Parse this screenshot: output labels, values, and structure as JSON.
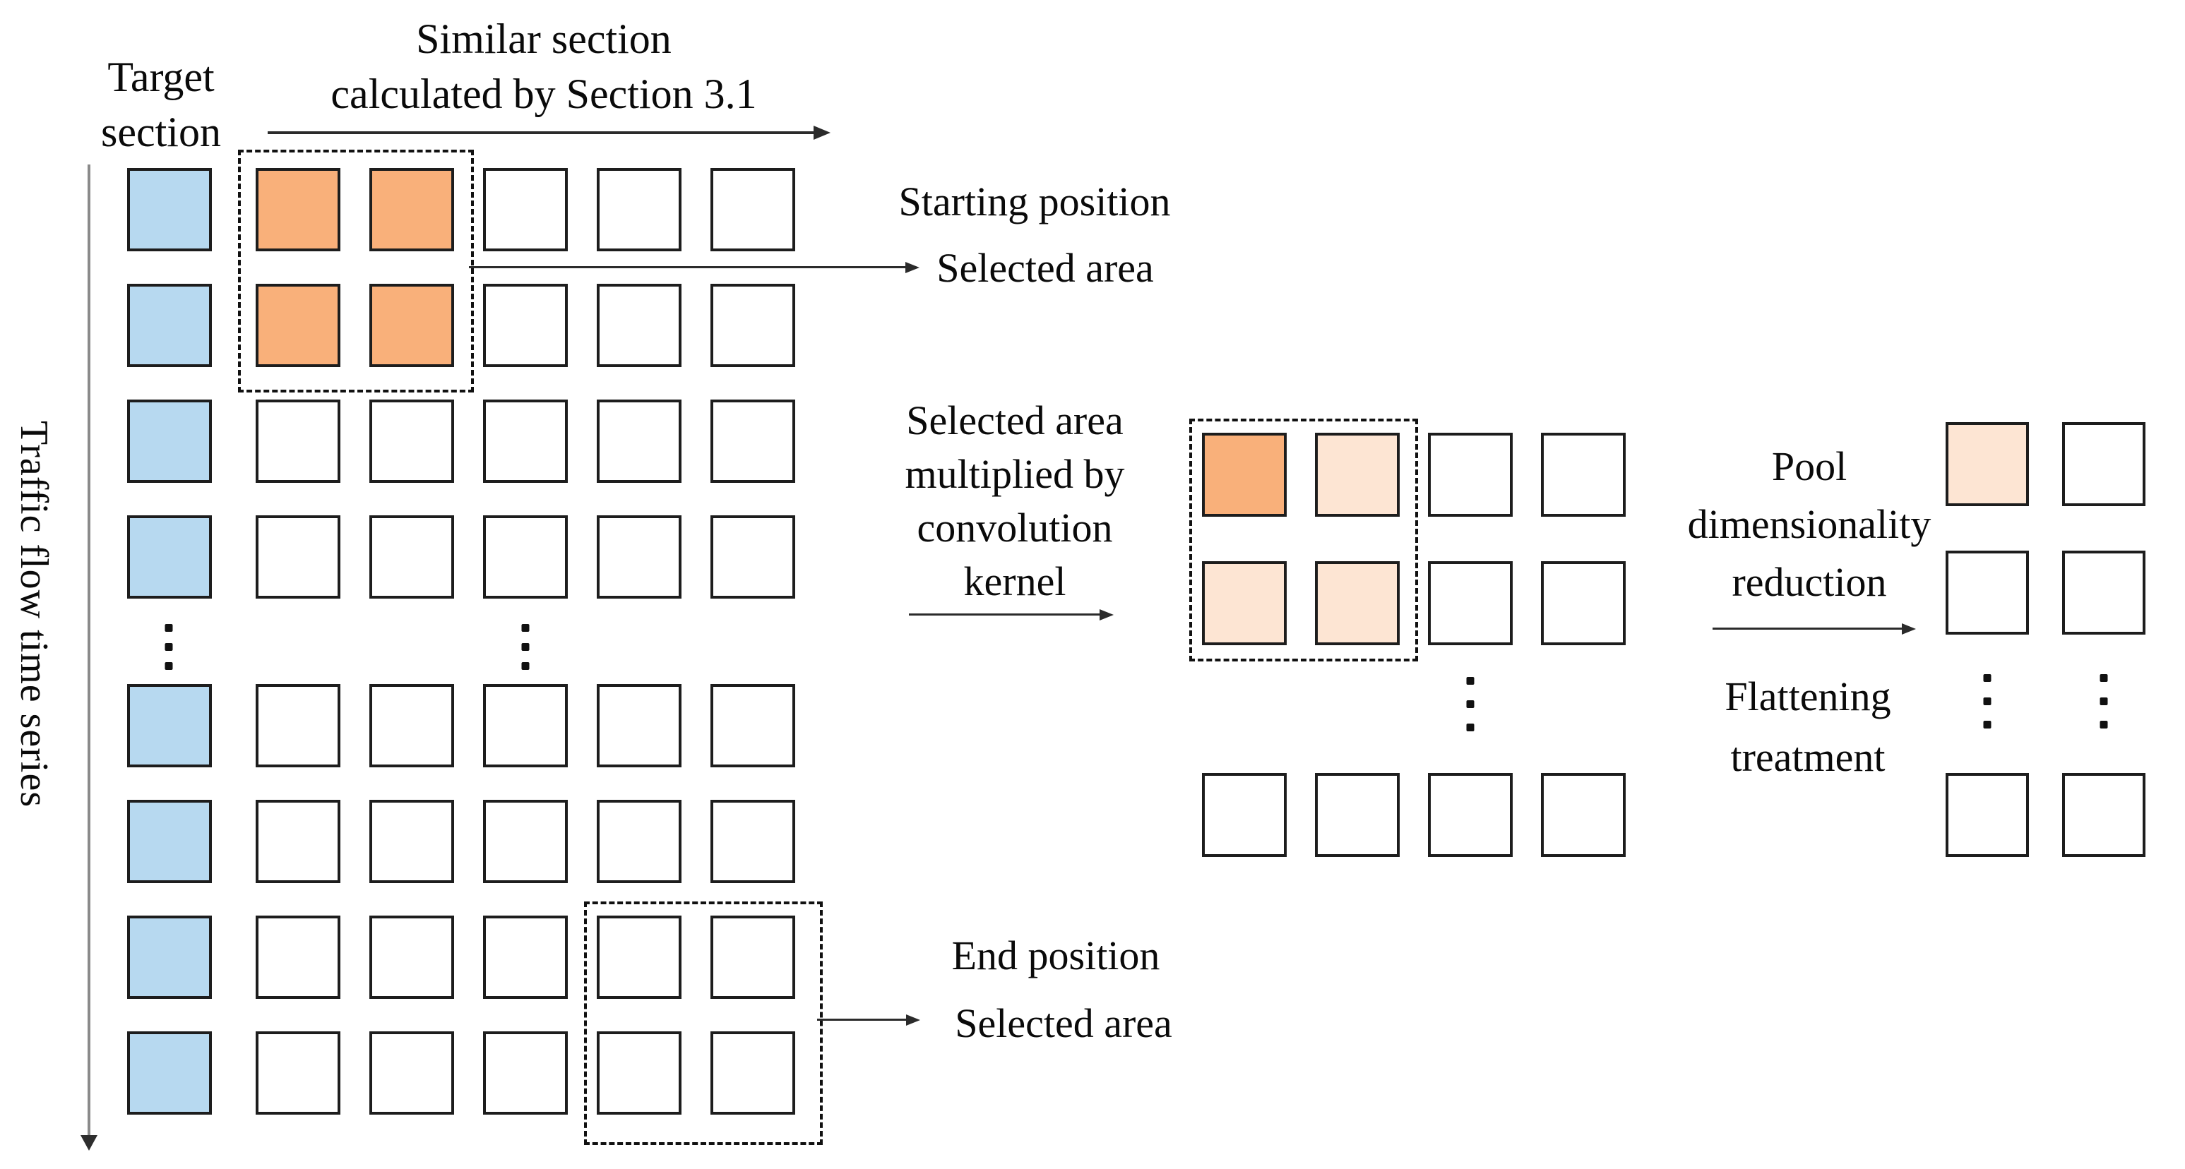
{
  "header": {
    "target_line1": "Target",
    "target_line2": "section",
    "similar_line1": "Similar section",
    "similar_line2": "calculated by Section 3.1"
  },
  "axis": {
    "label": "Traffic flow time series"
  },
  "ann": {
    "start_line1": "Starting position",
    "start_line2": "Selected area",
    "end_line1": "End position",
    "end_line2": "Selected area",
    "conv_line1": "Selected area",
    "conv_line2": "multiplied by",
    "conv_line3": "convolution",
    "conv_line4": "kernel",
    "pool_line1": "Pool",
    "pool_line2": "dimensionality",
    "pool_line3": "reduction",
    "flat_line1": "Flattening",
    "flat_line2": "treatment"
  },
  "colors": {
    "target_fill": "#b7d9f0",
    "selected_fill": "#f9b07a",
    "kernel_fill": "#fde5d3",
    "empty_fill": "#ffffff",
    "border": "#1d1d1d"
  },
  "grids": {
    "left": [
      [
        "target",
        "selected",
        "selected",
        "empty",
        "empty",
        "empty"
      ],
      [
        "target",
        "selected",
        "selected",
        "empty",
        "empty",
        "empty"
      ],
      [
        "target",
        "empty",
        "empty",
        "empty",
        "empty",
        "empty"
      ],
      [
        "target",
        "empty",
        "empty",
        "empty",
        "empty",
        "empty"
      ],
      [
        "target",
        "empty",
        "empty",
        "empty",
        "empty",
        "empty"
      ],
      [
        "target",
        "empty",
        "empty",
        "empty",
        "empty",
        "empty"
      ],
      [
        "target",
        "empty",
        "empty",
        "empty",
        "empty",
        "empty"
      ],
      [
        "target",
        "empty",
        "empty",
        "empty",
        "empty",
        "empty"
      ]
    ],
    "middle": [
      [
        "selected",
        "kernel",
        "empty",
        "empty"
      ],
      [
        "kernel",
        "kernel",
        "empty",
        "empty"
      ],
      [
        "empty",
        "empty",
        "empty",
        "empty"
      ]
    ],
    "right": [
      [
        "kernel",
        "empty"
      ],
      [
        "empty",
        "empty"
      ],
      [
        "empty",
        "empty"
      ]
    ]
  }
}
